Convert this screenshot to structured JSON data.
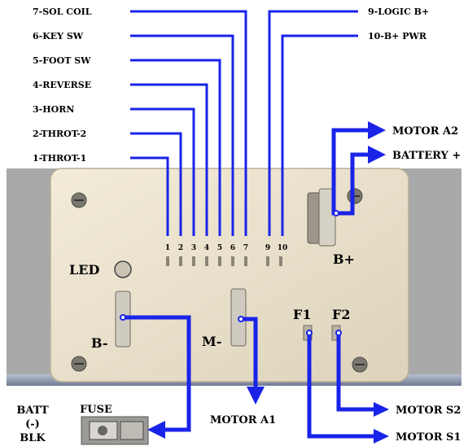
{
  "pin_labels": {
    "p7": "7-SOL COIL",
    "p6": "6-KEY SW",
    "p5": "5-FOOT SW",
    "p4": "4-REVERSE",
    "p3": "3-HORN",
    "p2": "2-THROT-2",
    "p1": "1-THROT-1",
    "p9": "9-LOGIC B+",
    "p10": "10-B+ PWR"
  },
  "pin_numbers": [
    "1",
    "2",
    "3",
    "4",
    "5",
    "6",
    "7",
    "9",
    "10"
  ],
  "terminals": {
    "led": "LED",
    "b_minus": "B-",
    "m_minus": "M-",
    "b_plus": "B+",
    "f1": "F1",
    "f2": "F2"
  },
  "outputs": {
    "motor_a2": "MOTOR A2",
    "battery_plus": "BATTERY +",
    "motor_a1": "MOTOR A1",
    "motor_s2": "MOTOR S2",
    "motor_s1": "MOTOR S1"
  },
  "fuse_area": {
    "batt_line1": "BATT",
    "batt_line2": "(-)",
    "batt_line3": "BLK",
    "fuse": "FUSE"
  },
  "colors": {
    "wire": "#1a23e8",
    "plate": "#ece4cf",
    "base": "#9aa3b8"
  }
}
